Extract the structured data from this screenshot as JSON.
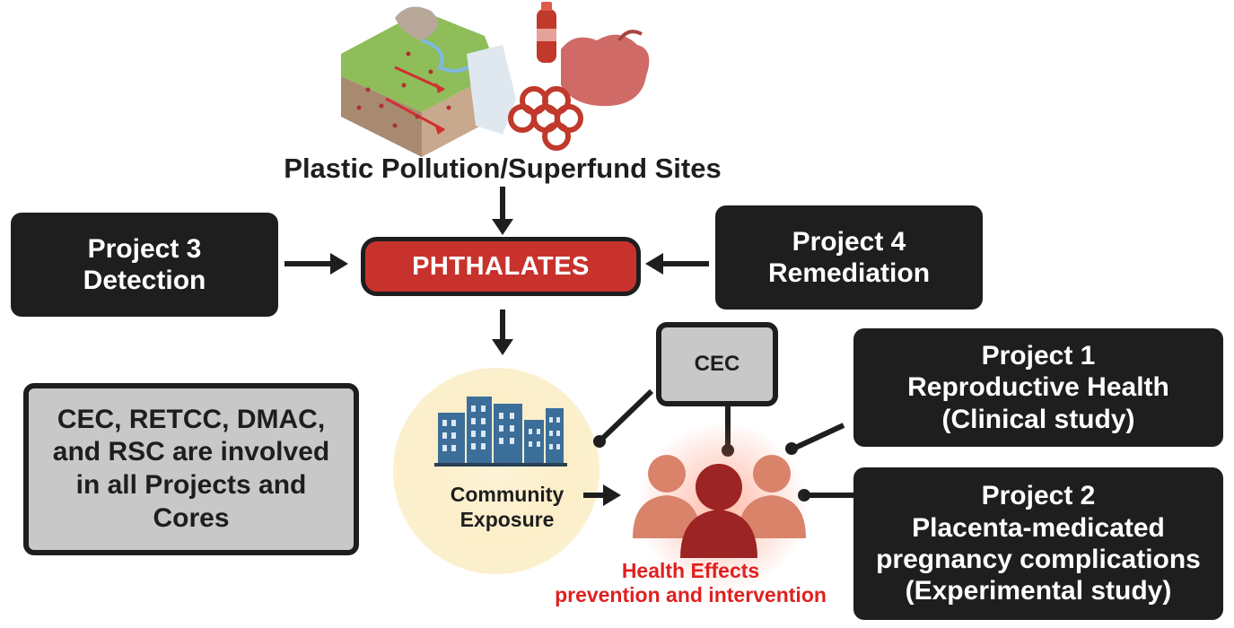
{
  "top": {
    "title": "Plastic Pollution/Superfund Sites"
  },
  "center": {
    "label": "PHTHALATES"
  },
  "project3": {
    "line1": "Project 3",
    "line2": "Detection"
  },
  "project4": {
    "line1": "Project 4",
    "line2": "Remediation"
  },
  "project1": {
    "line1": "Project 1",
    "line2": "Reproductive Health",
    "line3": "(Clinical study)"
  },
  "project2": {
    "line1": "Project 2",
    "line2": "Placenta-medicated",
    "line3": "pregnancy complications",
    "line4": "(Experimental study)"
  },
  "cec": {
    "label": "CEC"
  },
  "cores": {
    "line1": "CEC, RETCC, DMAC,",
    "line2": "and RSC are involved",
    "line3": "in all Projects and",
    "line4": "Cores"
  },
  "community": {
    "line1": "Community",
    "line2": "Exposure"
  },
  "health": {
    "line1": "Health Effects",
    "line2": "prevention and intervention"
  },
  "colors": {
    "dark": "#1e1e1e",
    "phthalates_red": "#c8322d",
    "health_text_red": "#e02020",
    "people_salmon": "#d9836a",
    "people_dark": "#9c2424",
    "community_glow": "#fbeec8",
    "building_blue": "#3c6e9a"
  }
}
